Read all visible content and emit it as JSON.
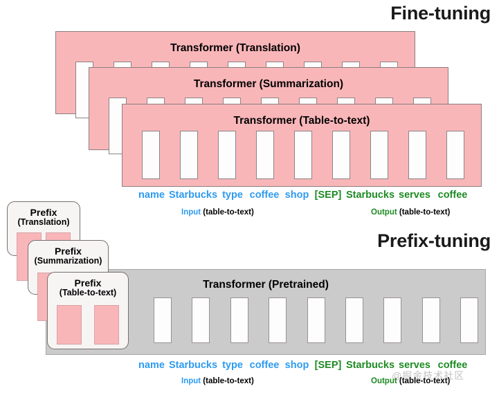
{
  "figure": {
    "sections": {
      "fine_tuning_title": "Fine-tuning",
      "prefix_tuning_title": "Prefix-tuning"
    },
    "fine_tuning": {
      "transformers": [
        {
          "label": "Transformer (Translation)",
          "bars": 9
        },
        {
          "label": "Transformer (Summarization)",
          "bars": 9
        },
        {
          "label": "Transformer (Table-to-text)",
          "bars": 9
        }
      ]
    },
    "prefix_tuning": {
      "pretrained_transformer": {
        "label": "Transformer  (Pretrained)",
        "bars": 9
      },
      "prefix_cards": [
        {
          "title": "Prefix",
          "subtitle": "(Translation)",
          "bars": 2
        },
        {
          "title": "Prefix",
          "subtitle": "(Summarization)",
          "bars": 2
        },
        {
          "title": "Prefix",
          "subtitle": "(Table-to-text)",
          "bars": 2
        }
      ]
    },
    "tokens": {
      "input": [
        "name",
        "Starbucks",
        "type",
        "coffee",
        "shop"
      ],
      "output": [
        "[SEP]",
        "Starbucks",
        "serves",
        "coffee"
      ]
    },
    "captions": {
      "input_label": "Input",
      "input_task": " (table-to-text)",
      "output_label": "Output",
      "output_task": " (table-to-text)"
    },
    "watermark": "@掘金技术社区",
    "colors": {
      "pink": "#f9b6b9",
      "gray": "#cbcbcb",
      "input_blue": "#2e9bf0",
      "output_green": "#1d8a23",
      "title_black": "#1a1a1a"
    }
  }
}
